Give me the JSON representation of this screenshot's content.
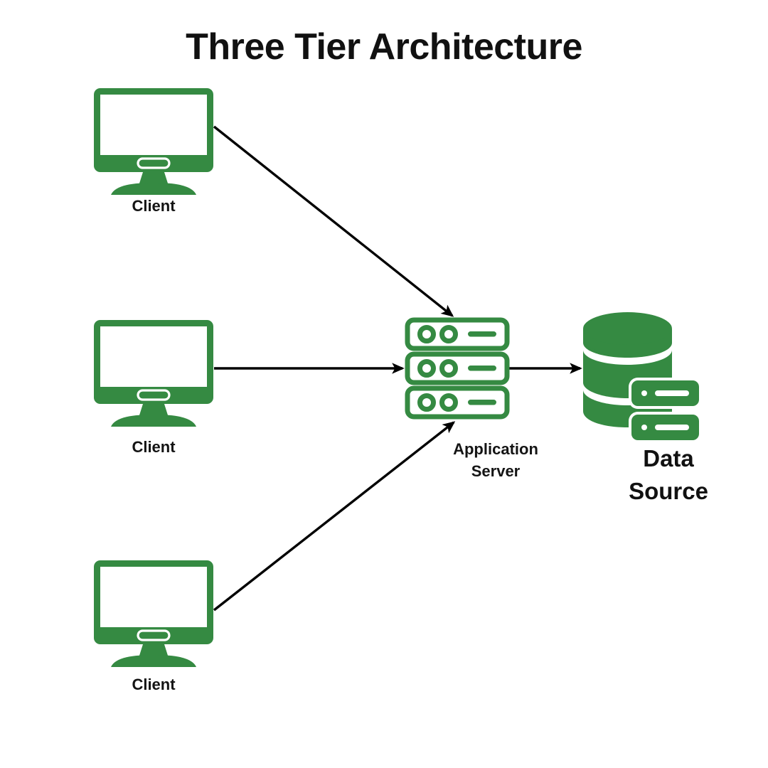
{
  "page": {
    "title": "Three Tier Architecture",
    "background_color": "#ffffff"
  },
  "theme": {
    "accent_green": "#358A42",
    "line_black": "#000000",
    "text_black": "#141414",
    "screen_white": "#ffffff"
  },
  "diagram": {
    "type": "architecture-diagram",
    "tiers": [
      {
        "name": "presentation-tier",
        "label": "Client",
        "count": 3,
        "icon": "desktop-monitor-icon"
      },
      {
        "name": "application-tier",
        "label": "Application Server",
        "count": 1,
        "icon": "server-stack-icon"
      },
      {
        "name": "data-tier",
        "label": "Data Source",
        "count": 1,
        "icon": "database-cylinder-icon"
      }
    ],
    "nodes": [
      {
        "id": "client-1",
        "label": "Client",
        "icon": "desktop-monitor-icon",
        "tier": "presentation"
      },
      {
        "id": "client-2",
        "label": "Client",
        "icon": "desktop-monitor-icon",
        "tier": "presentation"
      },
      {
        "id": "client-3",
        "label": "Client",
        "icon": "desktop-monitor-icon",
        "tier": "presentation"
      },
      {
        "id": "app-server",
        "label_line1": "Application",
        "label_line2": "Server",
        "icon": "server-stack-icon",
        "tier": "application"
      },
      {
        "id": "data-source",
        "label_line1": "Data",
        "label_line2": "Source",
        "icon": "database-cylinder-icon",
        "tier": "data"
      }
    ],
    "connections": [
      {
        "id": "conn-client1-app",
        "from": "client-1",
        "to": "app-server",
        "arrow": "single",
        "direction": "down-right"
      },
      {
        "id": "conn-client2-app",
        "from": "client-2",
        "to": "app-server",
        "arrow": "single",
        "direction": "right"
      },
      {
        "id": "conn-client3-app",
        "from": "client-3",
        "to": "app-server",
        "arrow": "single",
        "direction": "up-right"
      },
      {
        "id": "conn-app-data",
        "from": "app-server",
        "to": "data-source",
        "arrow": "single",
        "direction": "right"
      }
    ]
  },
  "labels": {
    "client_1": "Client",
    "client_2": "Client",
    "client_3": "Client",
    "app_server_line1": "Application",
    "app_server_line2": "Server",
    "data_source_line1": "Data",
    "data_source_line2": "Source"
  }
}
